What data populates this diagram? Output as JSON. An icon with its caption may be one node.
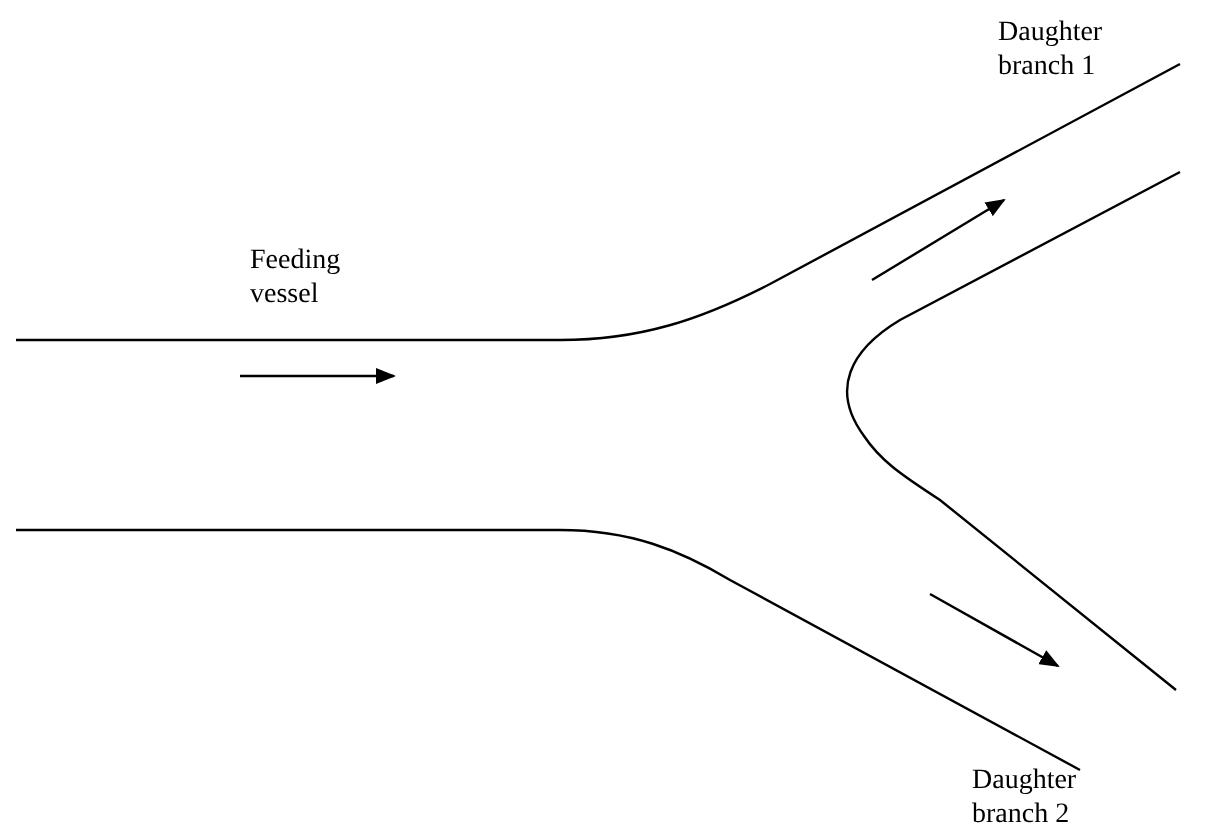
{
  "diagram": {
    "labels": [
      "Daughter branch 1",
      "Feeding vessel",
      "Daughter branch 2"
    ]
  }
}
